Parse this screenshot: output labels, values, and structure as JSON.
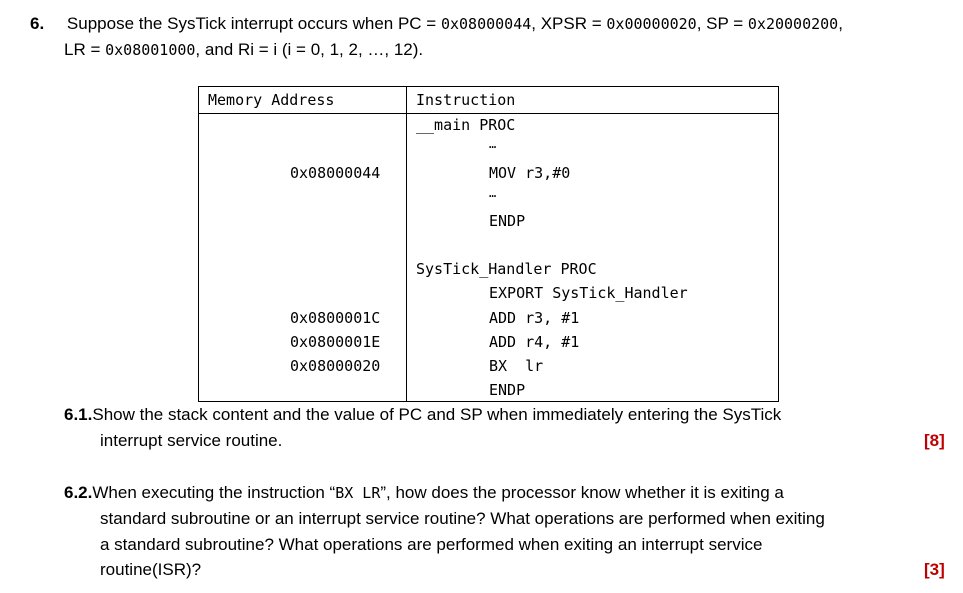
{
  "question": {
    "number": "6.",
    "line1_pre": "Suppose the SysTick interrupt occurs when PC = ",
    "pc": "0x08000044",
    "xpsr_label": ", XPSR = ",
    "xpsr": "0x00000020",
    "sp_label": ", SP = ",
    "sp": "0x20000200",
    "line1_end": ",",
    "lr_label": "LR = ",
    "lr": "0x08001000",
    "line2_post": ", and Ri = i (i = 0, 1, 2, …, 12)."
  },
  "table": {
    "headers": [
      "Memory Address",
      "Instruction"
    ],
    "rows": [
      {
        "addr": "",
        "instr": "__main PROC"
      },
      {
        "addr": "",
        "instr": "…"
      },
      {
        "addr": "0x08000044",
        "instr": "MOV r3,#0"
      },
      {
        "addr": "",
        "instr": "…"
      },
      {
        "addr": "",
        "instr": "ENDP"
      },
      {
        "addr": "",
        "instr": "SysTick_Handler PROC"
      },
      {
        "addr": "",
        "instr": "EXPORT SysTick_Handler"
      },
      {
        "addr": "0x0800001C",
        "instr": "ADD r3, #1"
      },
      {
        "addr": "0x0800001E",
        "instr": "ADD r4, #1"
      },
      {
        "addr": "0x08000020",
        "instr": "BX  lr"
      },
      {
        "addr": "",
        "instr": "ENDP"
      }
    ]
  },
  "q61": {
    "number": "6.1.",
    "line1": "Show the stack content and the value of PC and SP when immediately entering the SysTick",
    "line2": "interrupt service routine.",
    "marks": "[8]"
  },
  "q62": {
    "number": "6.2.",
    "line1_pre": "When executing the instruction “",
    "line1_code": "BX LR",
    "line1_post": "”, how does the processor know whether it is exiting a",
    "line2": "standard subroutine or an interrupt service routine? What operations are performed when exiting",
    "line3": "a standard subroutine? What operations are performed when exiting an interrupt service",
    "line4": "routine(ISR)?",
    "marks": "[3]"
  },
  "colors": {
    "marks": "#c00000",
    "text": "#000000"
  }
}
